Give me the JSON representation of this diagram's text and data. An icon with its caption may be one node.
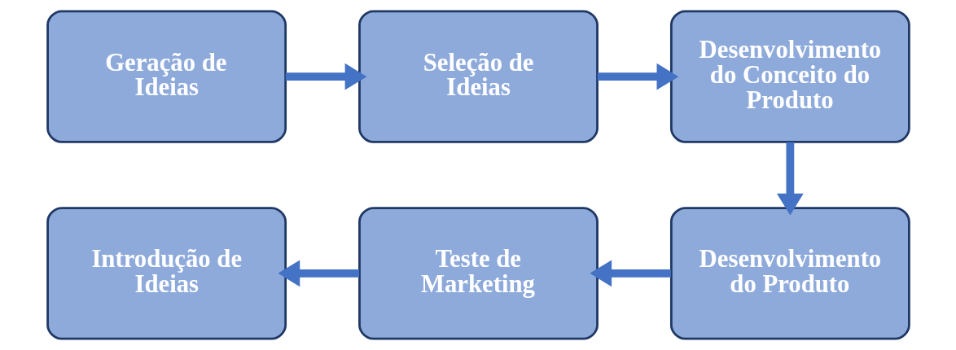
{
  "diagram": {
    "nodes": [
      {
        "text": [
          "Geração de Ideias"
        ]
      },
      {
        "text": [
          "Seleção de Ideias"
        ]
      },
      {
        "text": [
          "Desenvolvimento do Conceito do Produto"
        ]
      },
      {
        "text": [
          "Desenvolvimento do Produto"
        ]
      },
      {
        "text": [
          "Teste de Marketing"
        ]
      },
      {
        "text": [
          "Introdução de Ideias"
        ]
      }
    ],
    "edges": [
      {
        "from": 0,
        "to": 1,
        "arrow": "to"
      },
      {
        "from": 1,
        "to": 2,
        "arrow": "to"
      },
      {
        "from": 2,
        "to": 3,
        "arrow": "to"
      },
      {
        "from": 3,
        "to": 4,
        "arrow": "to"
      },
      {
        "from": 4,
        "to": 5,
        "arrow": "to"
      }
    ]
  }
}
